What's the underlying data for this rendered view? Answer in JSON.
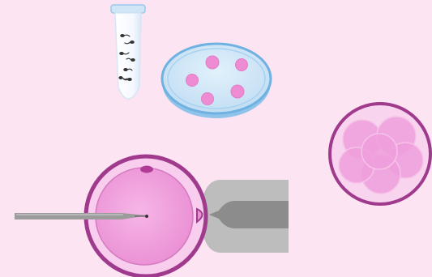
{
  "figure": {
    "items": [
      {
        "name": "sperm-sample-tube",
        "icon": "test-tube-with-sperm"
      },
      {
        "name": "petri-dish-eggs",
        "icon": "petri-dish-with-oocytes",
        "egg_count": 5
      },
      {
        "name": "icsi-injection",
        "icon": "micropipette-injecting-oocyte"
      },
      {
        "name": "embryo",
        "icon": "multicell-embryo"
      }
    ]
  },
  "colors": {
    "background": "#fce4f3",
    "oocyte_fill": "#ef9fdc",
    "zona_ring": "#a03a8c",
    "holding_pipette": "#9a9a9a",
    "dish_fill": "#cfe6f7",
    "dish_rim": "#6fb2e2",
    "tube_body": "#ffffff"
  }
}
